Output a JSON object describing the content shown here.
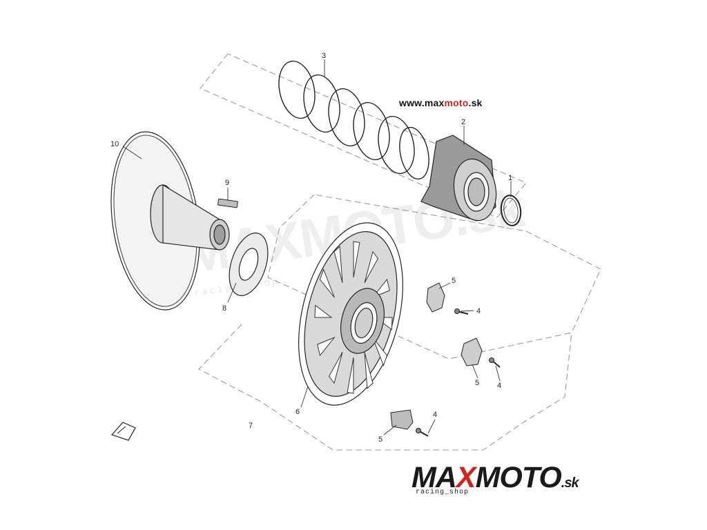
{
  "website": {
    "prefix": "www.max",
    "accent": "moto",
    "suffix": ".sk"
  },
  "logo": {
    "part1": "MA",
    "part2": "X",
    "part3": "MOTO",
    "tld": ".sk",
    "tagline": "racing_shop"
  },
  "watermark": {
    "text": "MAXMOTO.sk",
    "tagline": "racing_shop"
  },
  "callouts": {
    "c1": "1",
    "c2": "2",
    "c3": "3",
    "c4a": "4",
    "c4b": "4",
    "c4c": "4",
    "c5a": "5",
    "c5b": "5",
    "c5c": "5",
    "c6": "6",
    "c7": "7",
    "c8": "8",
    "c9": "9",
    "c10": "10"
  },
  "colors": {
    "accent": "#d2231d",
    "line": "#333333",
    "dash": "#999999"
  }
}
